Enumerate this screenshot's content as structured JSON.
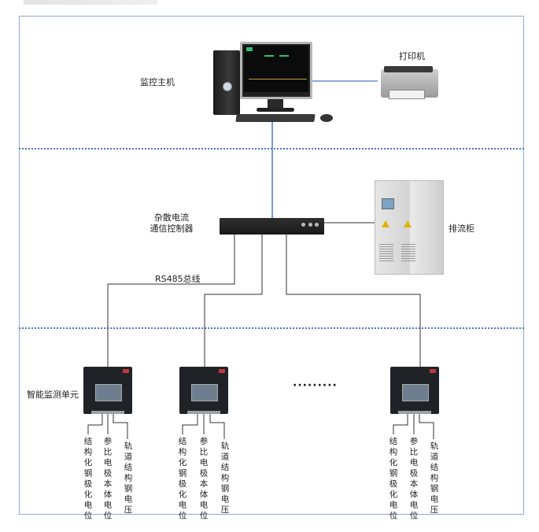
{
  "diagram": {
    "type": "system-architecture",
    "layers": [
      {
        "name": "monitoring-layer",
        "label": "监控主机"
      },
      {
        "name": "communication-layer",
        "label": "杂散电流\n通信控制器"
      },
      {
        "name": "field-layer",
        "label": "智能监测单元"
      }
    ]
  },
  "nodes": {
    "monitor_host": {
      "label": "监控主机",
      "icon": "desktop-computer-icon"
    },
    "printer": {
      "label": "打印机",
      "icon": "printer-icon"
    },
    "controller": {
      "label_line1": "杂散电流",
      "label_line2": "通信控制器",
      "icon": "rack-controller-icon"
    },
    "drain_cabinet": {
      "label": "排流柜",
      "icon": "electrical-cabinet-icon"
    },
    "bus": {
      "label": "RS485总线"
    },
    "monitor_unit": {
      "label": "智能监测单元",
      "icon": "monitoring-unit-icon",
      "count_shown": 3
    },
    "ellipsis": "·········"
  },
  "unit_outputs": [
    {
      "label": "结构化钢极化电位"
    },
    {
      "label": "参比电极本体电位"
    },
    {
      "label": "轨道结构钢电压"
    }
  ],
  "colors": {
    "frame": "#8fa9d6",
    "separator": "#4a78c2",
    "link_ethernet": "#4a78c2",
    "link_rs485": "#333333"
  }
}
